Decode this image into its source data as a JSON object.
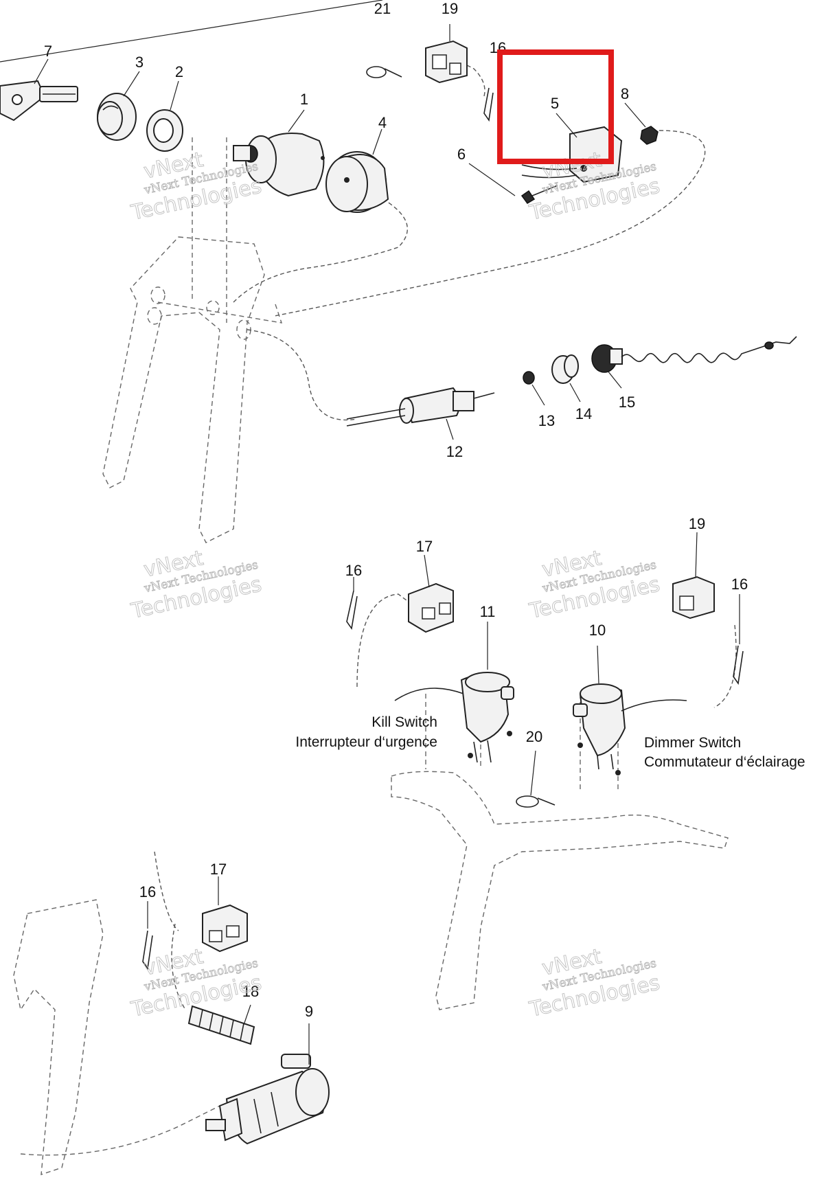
{
  "callouts": {
    "c1": "1",
    "c2": "2",
    "c3": "3",
    "c4": "4",
    "c5": "5",
    "c6": "6",
    "c7": "7",
    "c8": "8",
    "c9": "9",
    "c10": "10",
    "c11": "11",
    "c12": "12",
    "c13": "13",
    "c14": "14",
    "c15": "15",
    "c16a": "16",
    "c16b": "16",
    "c16c": "16",
    "c16d": "16",
    "c17a": "17",
    "c17b": "17",
    "c18": "18",
    "c19a": "19",
    "c19b": "19",
    "c20": "20",
    "c21": "21"
  },
  "captions": {
    "kill_en": "Kill Switch",
    "kill_fr": "Interrupteur d‘urgence",
    "dimmer_en": "Dimmer Switch",
    "dimmer_fr": "Commutateur d‘éclairage"
  },
  "watermark": {
    "line1": "vNext Technologies",
    "line2": "vNext",
    "line3": "Technologies"
  },
  "highlight": {
    "target": "5",
    "color": "#e01b1b"
  }
}
